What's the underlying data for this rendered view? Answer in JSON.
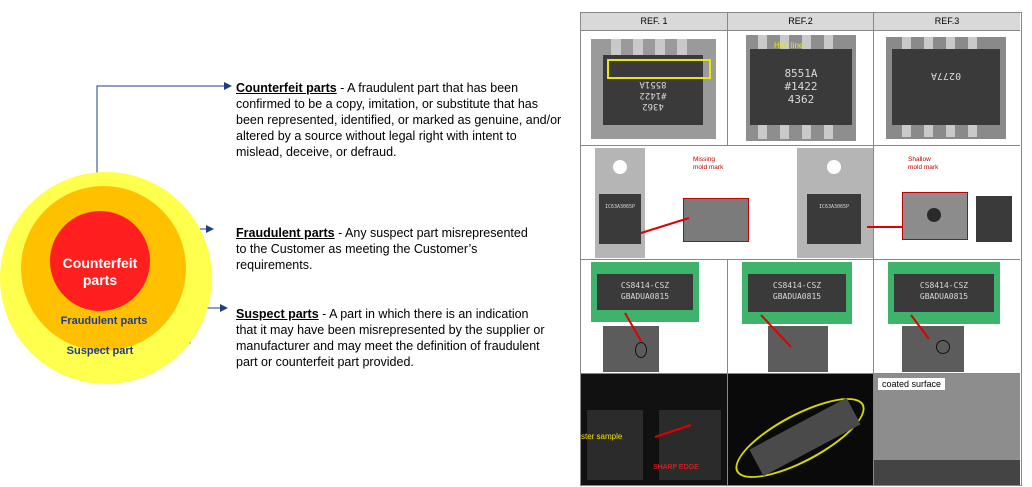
{
  "venn": {
    "inner": "Counterfeit\nparts",
    "inner_line1": "Counterfeit",
    "inner_line2": "parts",
    "middle": "Fraudulent parts",
    "outer": "Suspect part"
  },
  "definitions": [
    {
      "term": "Counterfeit parts",
      "text": " - A fraudulent part that has been confirmed to be a copy, imitation, or substitute that has been represented, identified, or marked as genuine, and/or altered by a source without legal right with intent to mislead, deceive, or defraud."
    },
    {
      "term": "Fraudulent parts",
      "text": " - Any suspect part misrepresented to the Customer as meeting the Customer’s requirements."
    },
    {
      "term": "Suspect parts",
      "text": " - A part in which there is an indication that it may have been misrepresented by the supplier or manufacturer and may meet the definition of fraudulent part or counterfeit part provided."
    }
  ],
  "table": {
    "headers": [
      "REF. 1",
      "REF.2",
      "REF.3"
    ],
    "row1": {
      "chip1_text": "4362\n#1422\n8551A",
      "chip2_text": "8551A\n#1422\n4362",
      "chip3_text": "0277A",
      "hairline_label": "Hair line"
    },
    "row2": {
      "part_marking": "IC63A3065P",
      "missing_label": "Missing\nmold mark",
      "shallow_label": "Shallow\nmold mark"
    },
    "row3": {
      "marking": "CS8414-CSZ\nGBADUA0815"
    },
    "row4": {
      "tester_label": "ster sample",
      "sharp_label": "SHARP EDGE",
      "coated_label": "coated surface"
    }
  }
}
